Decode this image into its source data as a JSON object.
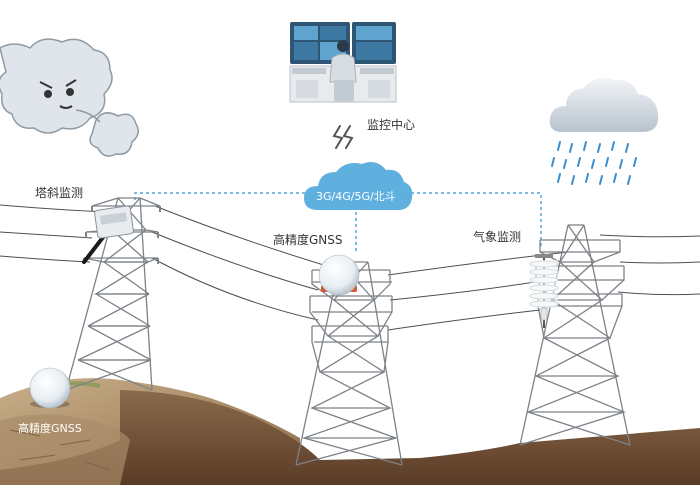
{
  "labels": {
    "monitoring_center": "监控中心",
    "network": "3G/4G/5G/北斗",
    "tilt_monitoring": "塔斜监测",
    "gnss_middle": "高精度GNSS",
    "weather_monitoring": "气象监测",
    "gnss_ground": "高精度GNSS"
  },
  "colors": {
    "cloud_network": "#5fb0df",
    "dashed_link": "#4ea3d6",
    "tower": "#7d8288",
    "ground_dark": "#6b4a33",
    "ground_light": "#b89672",
    "rain": "#3a8fd0",
    "rain_cloud": "#d6dde4"
  },
  "icons": [
    "wind-cloud-icon",
    "rain-cloud-icon",
    "operator-icon",
    "signal-icon",
    "gnss-dome-icon",
    "tilt-sensor-icon",
    "weather-station-icon"
  ]
}
